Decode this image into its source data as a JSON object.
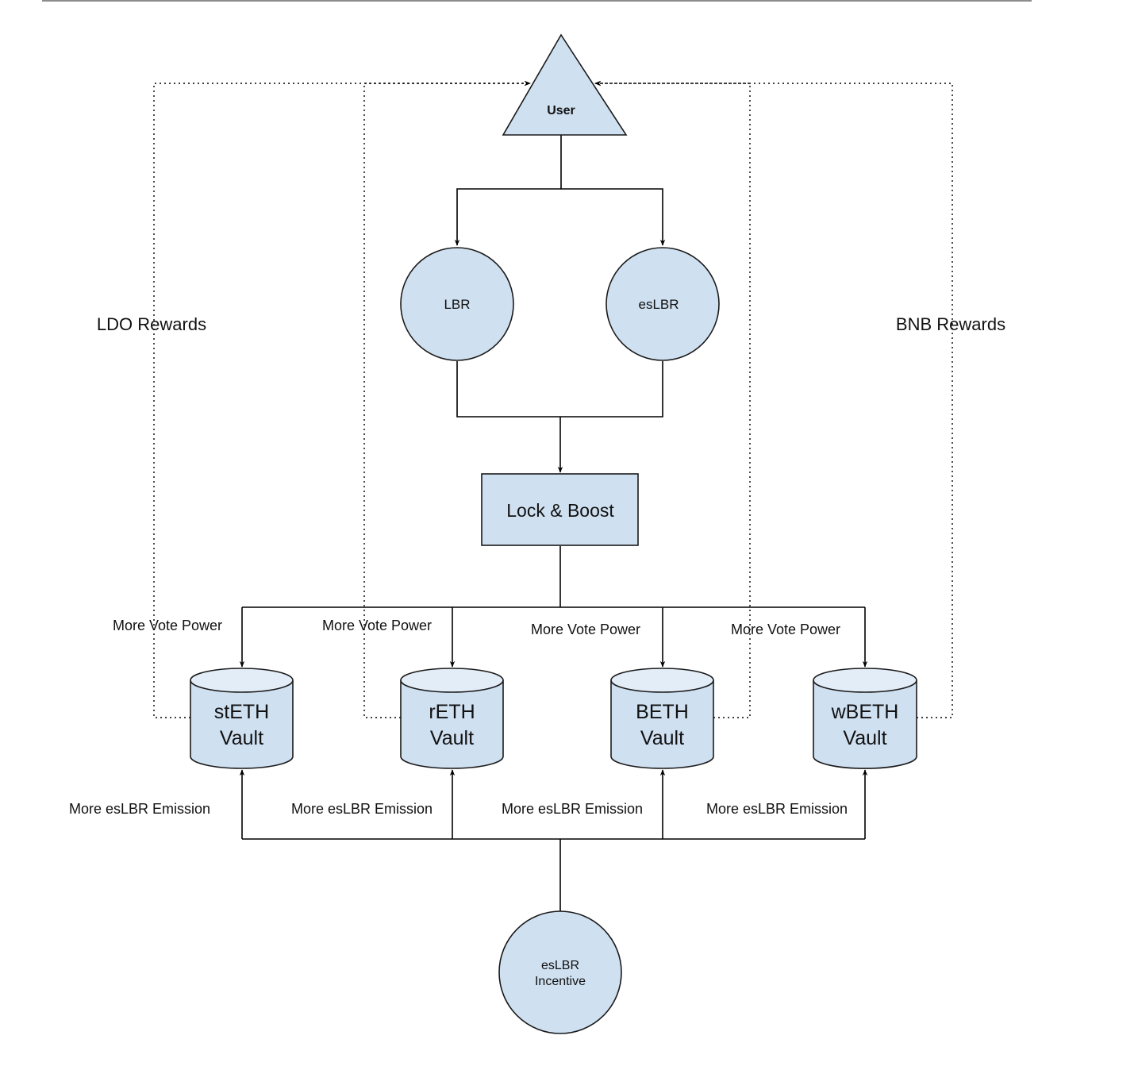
{
  "nodes": {
    "user": "User",
    "lbr": "LBR",
    "eslbr": "esLBR",
    "lock_boost": "Lock & Boost",
    "incentive_line1": "esLBR",
    "incentive_line2": "Incentive"
  },
  "vaults": [
    {
      "line1": "stETH",
      "line2": "Vault"
    },
    {
      "line1": "rETH",
      "line2": "Vault"
    },
    {
      "line1": "BETH",
      "line2": "Vault"
    },
    {
      "line1": "wBETH",
      "line2": "Vault"
    }
  ],
  "labels": {
    "ldo_rewards": "LDO Rewards",
    "bnb_rewards": "BNB Rewards",
    "vote_power": [
      "More Vote Power",
      "More Vote Power",
      "More Vote Power",
      "More Vote Power"
    ],
    "emission": [
      "More esLBR Emission",
      "More esLBR Emission",
      "More esLBR Emission",
      "More esLBR Emission"
    ]
  },
  "colors": {
    "node_fill": "#cfe0f1",
    "node_stroke": "#1a1a1a"
  }
}
